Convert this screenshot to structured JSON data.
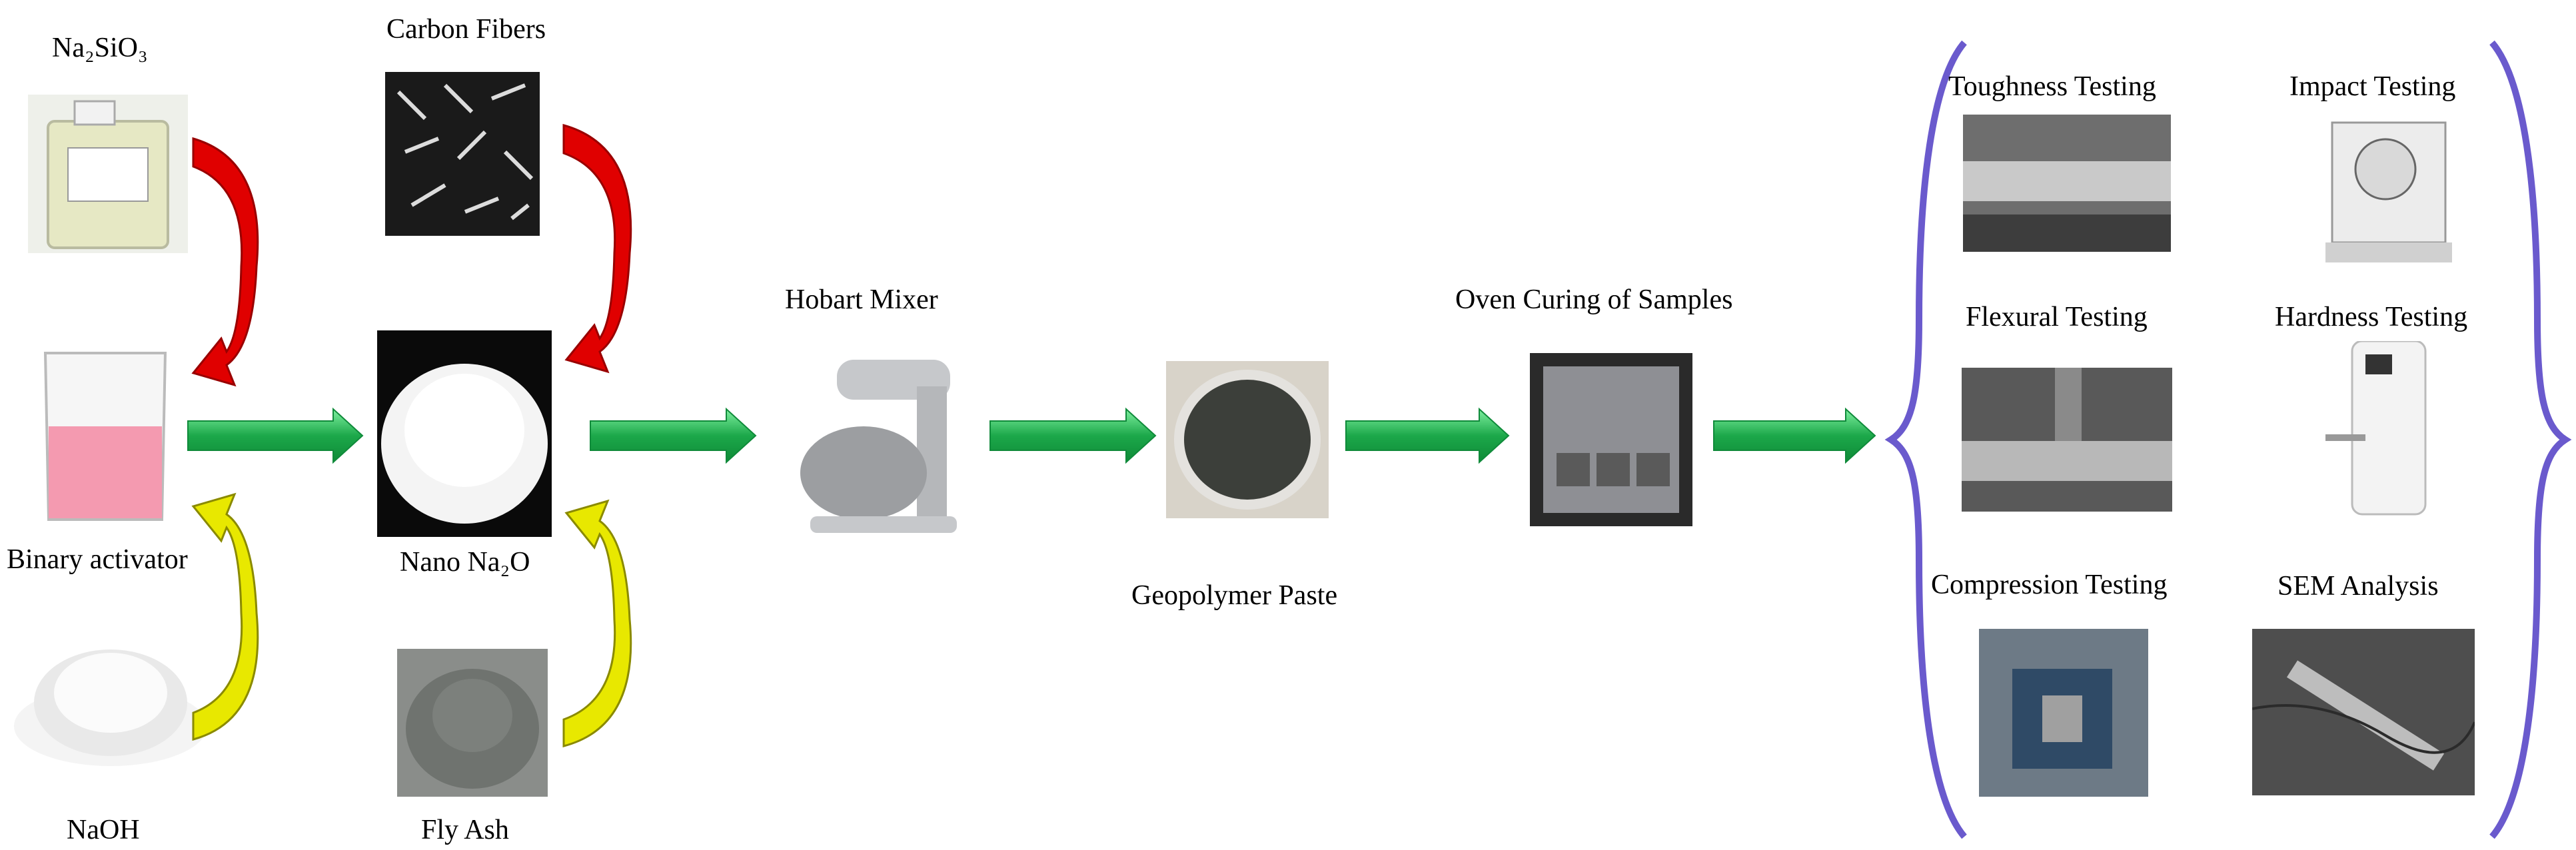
{
  "labels": {
    "na2sio3": "Na₂SiO₃",
    "binary_activator": "Binary activator",
    "naoh": "NaOH",
    "carbon_fibers": "Carbon Fibers",
    "nano_na2o": "Nano Na₂O",
    "fly_ash": "Fly Ash",
    "hobart_mixer": "Hobart Mixer",
    "geopolymer_paste": "Geopolymer Paste",
    "oven_curing": "Oven Curing of Samples",
    "toughness": "Toughness Testing",
    "impact": "Impact Testing",
    "flexural": "Flexural Testing",
    "hardness": "Hardness Testing",
    "compression": "Compression Testing",
    "sem": "SEM Analysis"
  },
  "colors": {
    "flow_arrow": "#1ca84a",
    "red_arrow": "#e00000",
    "yellow_arrow": "#e8e800",
    "brace": "#6a5acd"
  }
}
